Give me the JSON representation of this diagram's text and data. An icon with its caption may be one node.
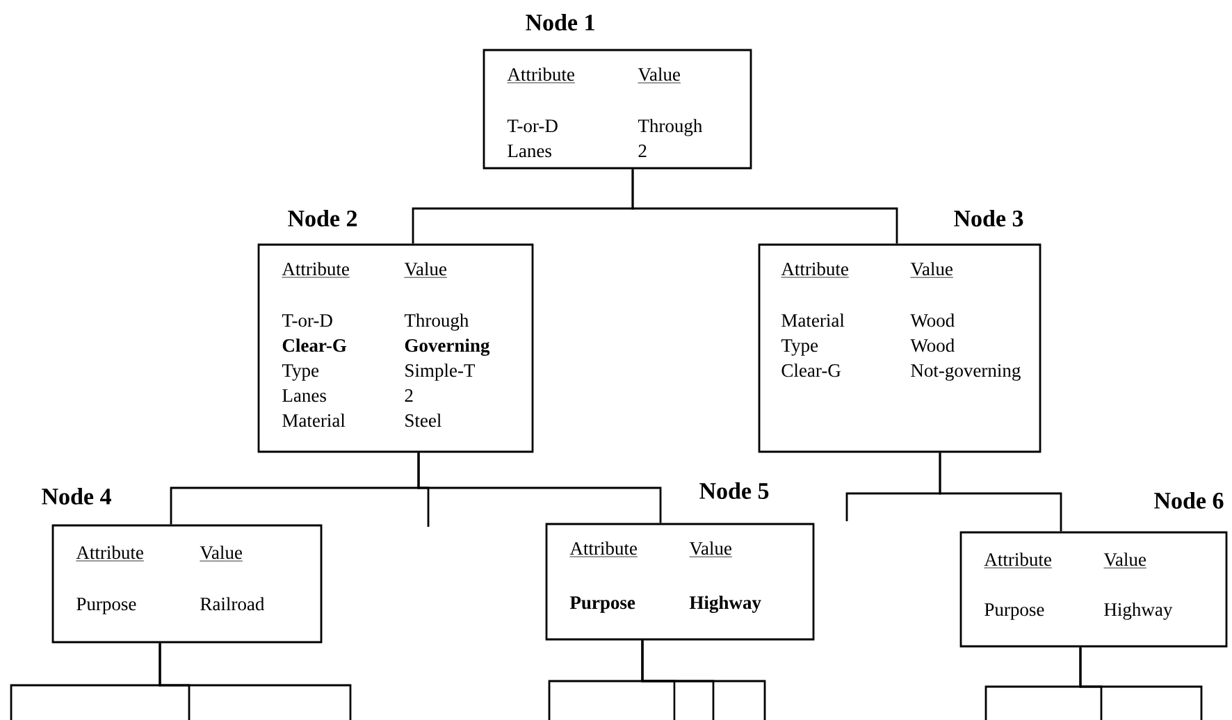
{
  "diagram": {
    "nodes": [
      {
        "text": [
          "Node 1",
          "Attribute",
          "Value",
          "T-or-D",
          "Through",
          "Lanes",
          "2"
        ]
      },
      {
        "text": [
          "Node 2",
          "Attribute",
          "Value",
          "T-or-D",
          "Through",
          "**Clear-G**",
          "**Governing**",
          "Type",
          "Simple-T",
          "Lanes",
          "2",
          "Material",
          "Steel"
        ]
      },
      {
        "text": [
          "Node 3",
          "Attribute",
          "Value",
          "Material",
          "Wood",
          "Type",
          "Wood",
          "Clear-G",
          "Not-governing"
        ]
      },
      {
        "text": [
          "Node 4",
          "Attribute",
          "Value",
          "Purpose",
          "Railroad"
        ]
      },
      {
        "text": [
          "Node 5",
          "Attribute",
          "Value",
          "**Purpose**",
          "**Highway**"
        ]
      },
      {
        "text": [
          "Node 6",
          "Attribute",
          "Value",
          "Purpose",
          "Highway"
        ]
      }
    ],
    "edges": [
      {
        "from": 0,
        "to": 1,
        "arrow": "none"
      },
      {
        "from": 0,
        "to": 2,
        "arrow": "none"
      },
      {
        "from": 1,
        "to": 3,
        "arrow": "none"
      },
      {
        "from": 1,
        "to": null,
        "arrow": "none"
      },
      {
        "from": 1,
        "to": 4,
        "arrow": "none"
      },
      {
        "from": 2,
        "to": null,
        "arrow": "none"
      },
      {
        "from": 2,
        "to": 5,
        "arrow": "none"
      },
      {
        "from": 3,
        "to": null,
        "arrow": "none"
      },
      {
        "from": 3,
        "to": null,
        "arrow": "none"
      },
      {
        "from": 3,
        "to": null,
        "arrow": "none"
      },
      {
        "from": 4,
        "to": null,
        "arrow": "none"
      },
      {
        "from": 4,
        "to": null,
        "arrow": "none"
      },
      {
        "from": 4,
        "to": null,
        "arrow": "none"
      },
      {
        "from": 4,
        "to": null,
        "arrow": "none"
      },
      {
        "from": 5,
        "to": null,
        "arrow": "none"
      },
      {
        "from": 5,
        "to": null,
        "arrow": "none"
      },
      {
        "from": 5,
        "to": null,
        "arrow": "none"
      }
    ]
  }
}
